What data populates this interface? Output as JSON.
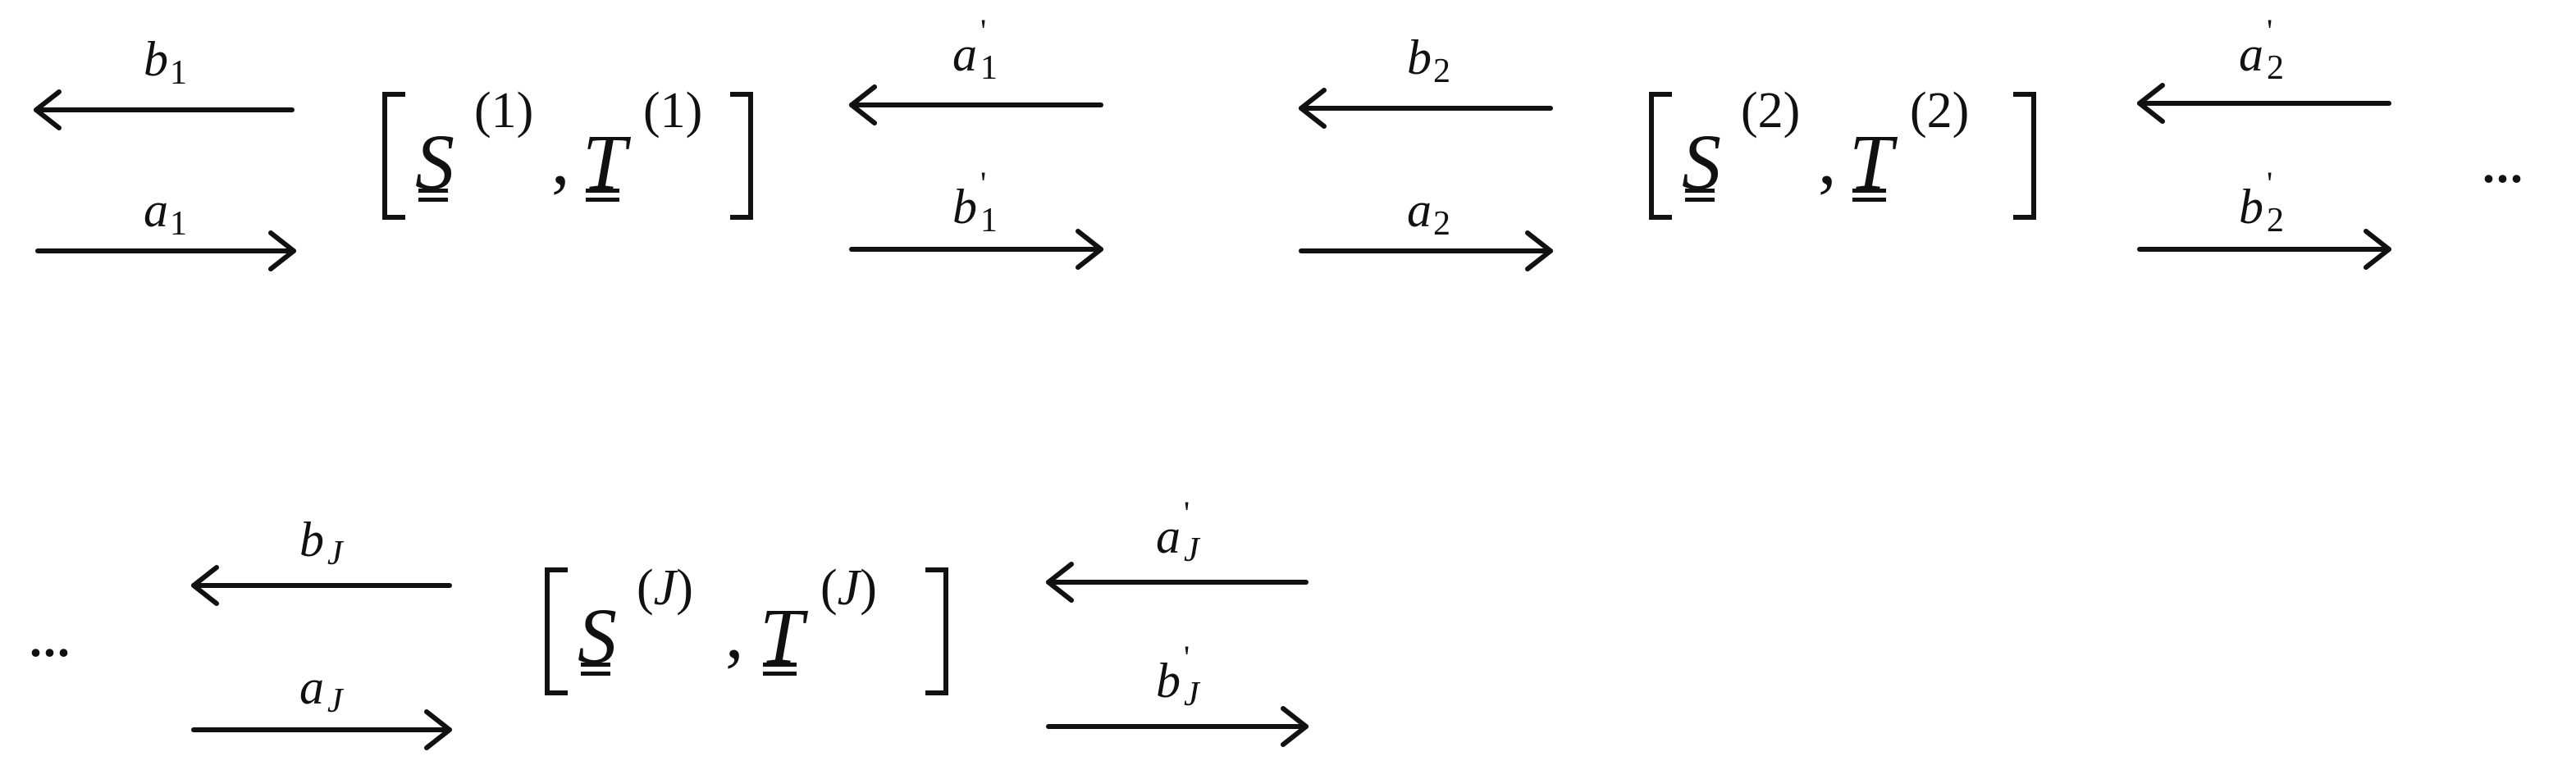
{
  "row1": {
    "stage1": {
      "b": {
        "base": "b",
        "sub": "1"
      },
      "a": {
        "base": "a",
        "sub": "1"
      },
      "S": {
        "sym": "S",
        "sup": "(1)"
      },
      "T": {
        "sym": "T",
        "sup": "(1)"
      },
      "a_prime": {
        "base": "a",
        "sub": "1",
        "prime": "'"
      },
      "b_prime": {
        "base": "b",
        "sub": "1",
        "prime": "'"
      }
    },
    "stage2": {
      "b": {
        "base": "b",
        "sub": "2"
      },
      "a": {
        "base": "a",
        "sub": "2"
      },
      "S": {
        "sym": "S",
        "sup": "(2)"
      },
      "T": {
        "sym": "T",
        "sup": "(2)"
      },
      "a_prime": {
        "base": "a",
        "sub": "2",
        "prime": "'"
      },
      "b_prime": {
        "base": "b",
        "sub": "2",
        "prime": "'"
      }
    },
    "continuation": "..."
  },
  "row2": {
    "leading": "...",
    "stageJ": {
      "b": {
        "base": "b",
        "sub": "J"
      },
      "a": {
        "base": "a",
        "sub": "J"
      },
      "S": {
        "sym": "S",
        "sup_open": "(",
        "sup_var": "J",
        "sup_close": ")"
      },
      "T": {
        "sym": "T",
        "sup_open": "(",
        "sup_var": "J",
        "sup_close": ")"
      },
      "a_prime": {
        "base": "a",
        "sub": "J",
        "prime": "'"
      },
      "b_prime": {
        "base": "b",
        "sub": "J",
        "prime": "'"
      }
    }
  },
  "separator": ","
}
